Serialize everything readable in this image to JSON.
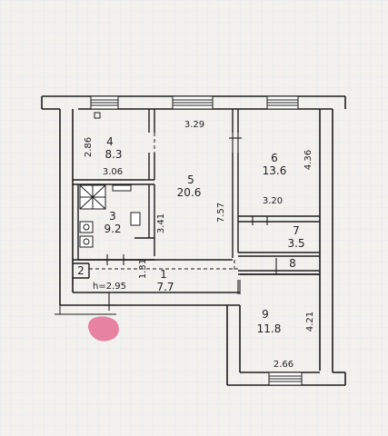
{
  "colors": {
    "background": "#f3f1ee",
    "grid": "#d6e2ec",
    "wall": "#1d1d1d",
    "wall_fill": "#ffffff",
    "ink": "#222222",
    "smudge": "#e56f94"
  },
  "rooms": [
    {
      "id": "4",
      "number": "4",
      "area": "8.3"
    },
    {
      "id": "5",
      "number": "5",
      "area": "20.6"
    },
    {
      "id": "6",
      "number": "6",
      "area": "13.6"
    },
    {
      "id": "3",
      "number": "3",
      "area": "9.2"
    },
    {
      "id": "7",
      "number": "7",
      "area": "3.5"
    },
    {
      "id": "8",
      "number": "8",
      "area": ""
    },
    {
      "id": "2",
      "number": "2",
      "area": ""
    },
    {
      "id": "1",
      "number": "1",
      "area": "7.7"
    },
    {
      "id": "9",
      "number": "9",
      "area": "11.8"
    }
  ],
  "dimensions": {
    "r4_height": "2.86",
    "r4_width": "3.06",
    "r5_width": "3.29",
    "r5_length": "7.57",
    "r3_height": "3.41",
    "r6_height": "4.36",
    "r6_width": "3.20",
    "corridor_width": "1.31",
    "r9_height": "4.21",
    "r9_width": "2.66"
  },
  "ceiling_height": "h=2.95"
}
